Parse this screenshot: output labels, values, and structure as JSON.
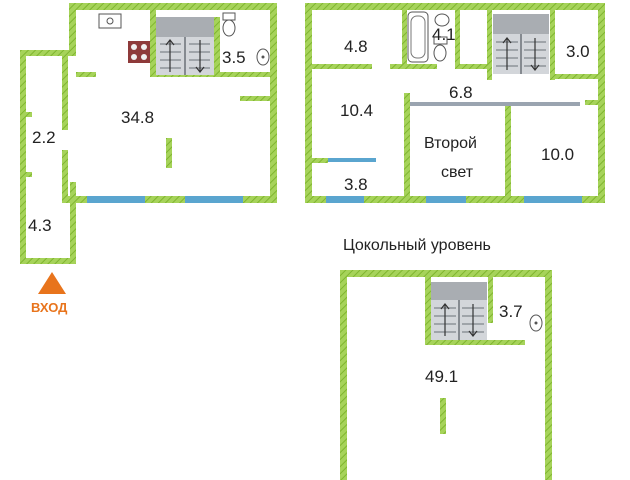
{
  "colors": {
    "wall": "#a6d35a",
    "wall_hatch": "#7fb52f",
    "window": "#5aa5cf",
    "partition": "#9aa4b0",
    "entrance": "#e8741c",
    "stair_fill": "#d3d6da",
    "stair_line": "#6b7178"
  },
  "entrance": {
    "label": "ВХОД"
  },
  "floor_1": {
    "rooms": [
      {
        "id": "main-hall",
        "area": "34.8"
      },
      {
        "id": "bath-1",
        "area": "3.5"
      },
      {
        "id": "vestibule",
        "area": "2.2"
      },
      {
        "id": "porch",
        "area": "4.3"
      }
    ]
  },
  "floor_2": {
    "rooms": [
      {
        "id": "storage",
        "area": "4.8"
      },
      {
        "id": "bathroom",
        "area": "4.1"
      },
      {
        "id": "wc-2",
        "area": "3.0"
      },
      {
        "id": "hall-2",
        "area": "6.8"
      },
      {
        "id": "bedroom-left",
        "area": "10.4"
      },
      {
        "id": "bedroom-right",
        "area": "10.0"
      },
      {
        "id": "closet",
        "area": "3.8"
      }
    ],
    "second_light": {
      "line1": "Второй",
      "line2": "свет"
    }
  },
  "basement": {
    "title": "Цокольный уровень",
    "rooms": [
      {
        "id": "basement-hall",
        "area": "49.1"
      },
      {
        "id": "basement-wc",
        "area": "3.7"
      }
    ]
  },
  "icons": [
    "stove-icon",
    "sink-icon",
    "toilet-icon",
    "bathtub-icon",
    "staircase-icon",
    "entrance-arrow-icon"
  ]
}
